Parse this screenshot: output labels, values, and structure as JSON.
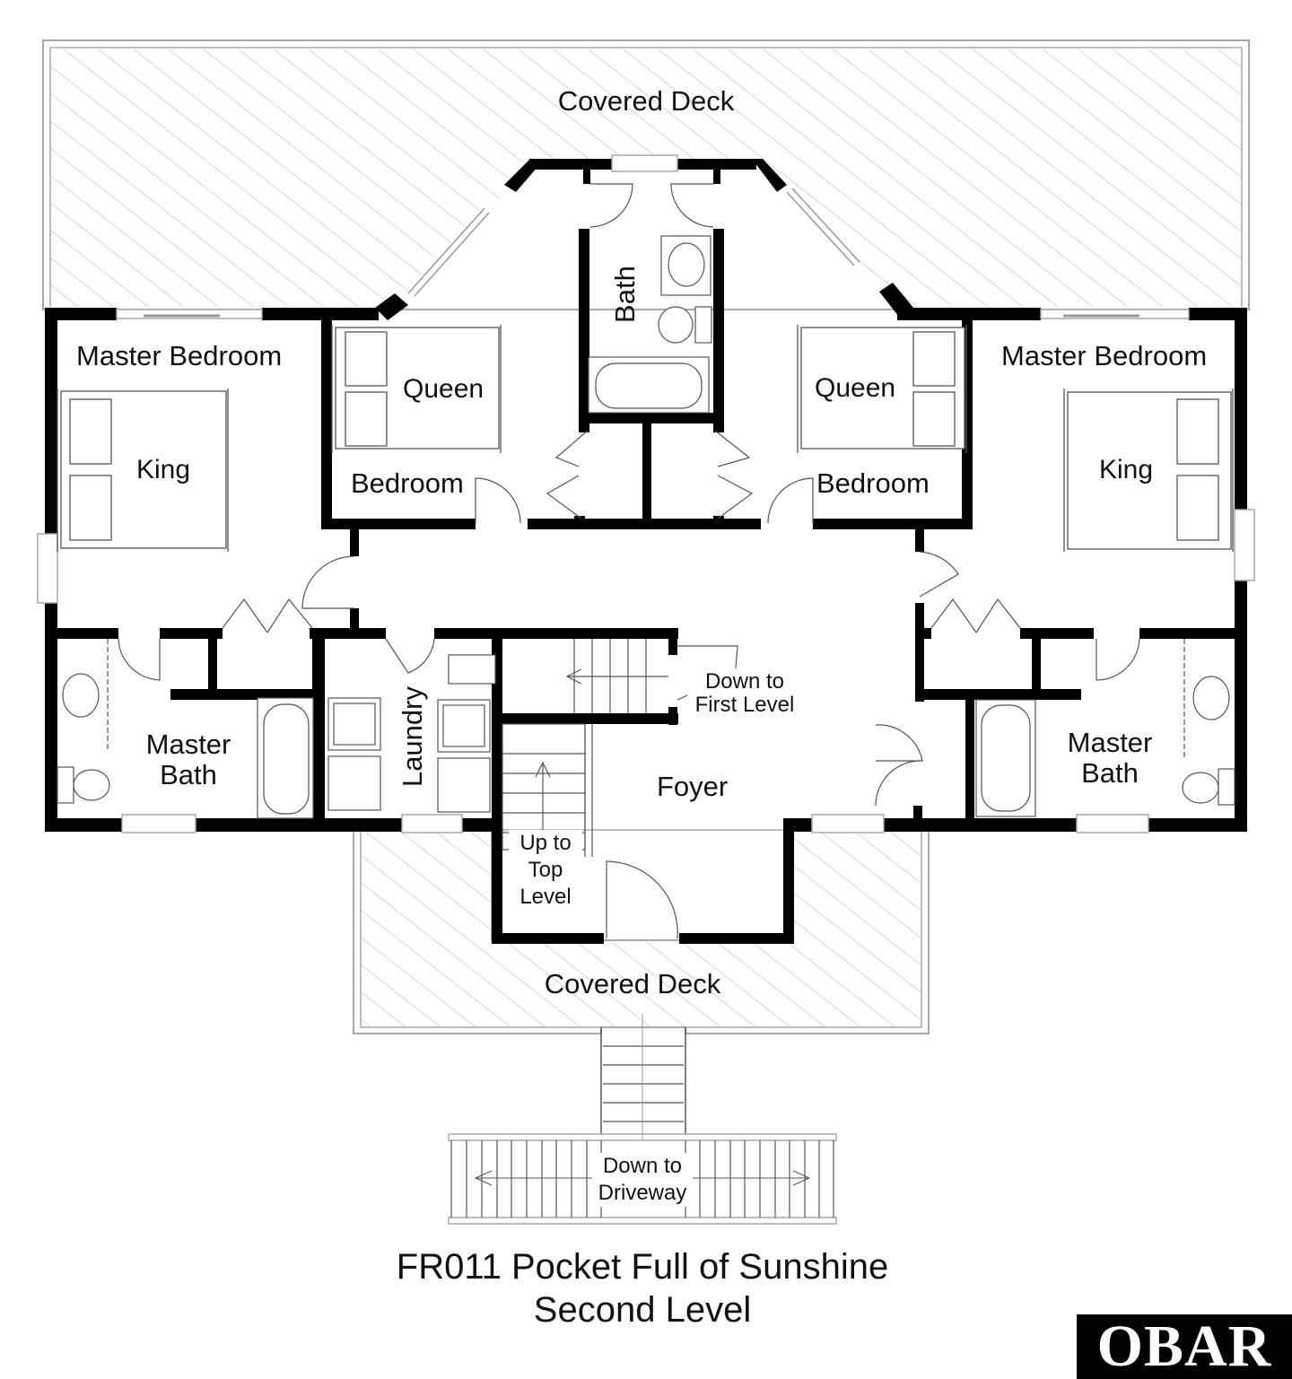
{
  "title": {
    "line1": "FR011 Pocket Full of Sunshine",
    "line2": "Second Level"
  },
  "logo": {
    "text": "OBAR",
    "bg_color": "#000000",
    "fg_color": "#ffffff"
  },
  "colors": {
    "wall": "#000000",
    "hatch": "#b5b5b5",
    "outline": "#a8a8a8",
    "fixture": "#555555"
  },
  "rooms": {
    "covered_deck_top": "Covered Deck",
    "covered_deck_bottom": "Covered Deck",
    "master_bedroom_left": "Master Bedroom",
    "master_bedroom_right": "Master Bedroom",
    "bedroom_left": "Bedroom",
    "bedroom_right": "Bedroom",
    "bath_center": "Bath",
    "master_bath_left": {
      "line1": "Master",
      "line2": "Bath"
    },
    "master_bath_right": {
      "line1": "Master",
      "line2": "Bath"
    },
    "laundry": "Laundry",
    "foyer": "Foyer"
  },
  "beds": {
    "king_left": "King",
    "king_right": "King",
    "queen_left": "Queen",
    "queen_right": "Queen"
  },
  "stairs": {
    "down_first": {
      "line1": "Down to",
      "line2": "First Level"
    },
    "up_top": {
      "line1": "Up to",
      "line2": "Top",
      "line3": "Level"
    },
    "down_driveway": {
      "line1": "Down to",
      "line2": "Driveway"
    }
  }
}
